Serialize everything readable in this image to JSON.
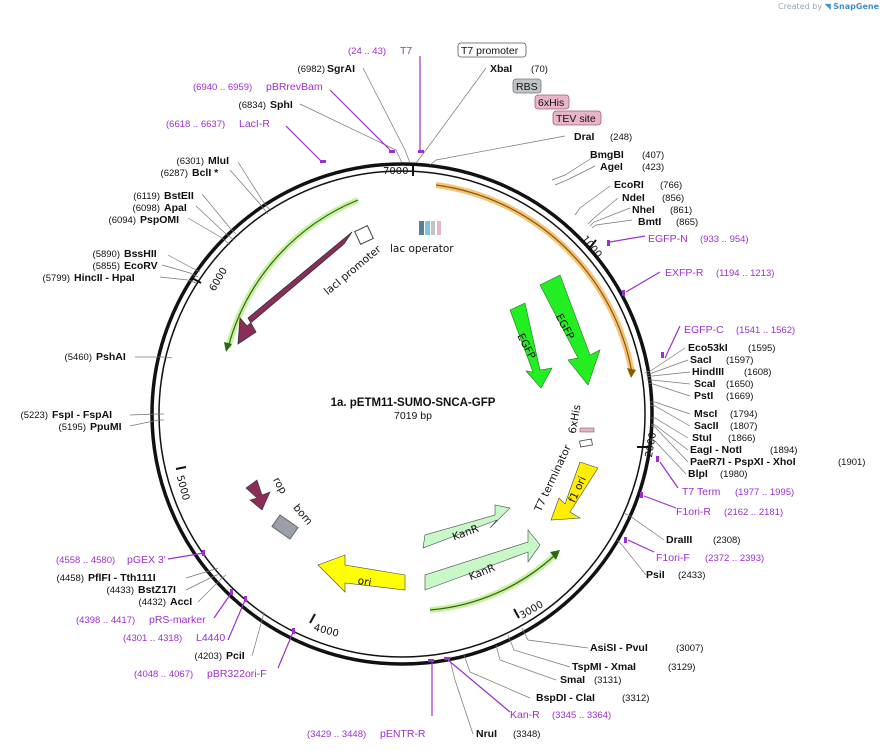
{
  "credit": {
    "prefix": "Created by",
    "brand": "SnapGene"
  },
  "title": {
    "name": "1a. pETM11-SUMO-SNCA-GFP",
    "length": "7019 bp"
  },
  "ticks": [
    "1000",
    "2000",
    "3000",
    "4000",
    "5000",
    "6000",
    "7000"
  ],
  "sites": [
    {
      "pos": "(6982)",
      "name": "SgrAI"
    },
    {
      "pos": "(70)",
      "name": "XbaI"
    },
    {
      "pos": "(6834)",
      "name": "SphI"
    },
    {
      "pos": "(248)",
      "name": "DraI"
    },
    {
      "pos": "(407)",
      "name": "BmgBI"
    },
    {
      "pos": "(423)",
      "name": "AgeI"
    },
    {
      "pos": "(6301)",
      "name": "MluI"
    },
    {
      "pos": "(6287)",
      "name": "BclI *"
    },
    {
      "pos": "(766)",
      "name": "EcoRI"
    },
    {
      "pos": "(856)",
      "name": "NdeI"
    },
    {
      "pos": "(861)",
      "name": "NheI"
    },
    {
      "pos": "(865)",
      "name": "BmtI"
    },
    {
      "pos": "(6119)",
      "name": "BstEII"
    },
    {
      "pos": "(6098)",
      "name": "ApaI"
    },
    {
      "pos": "(6094)",
      "name": "PspOMI"
    },
    {
      "pos": "(5890)",
      "name": "BssHII"
    },
    {
      "pos": "(5855)",
      "name": "EcoRV"
    },
    {
      "pos": "(5799)",
      "name": "HincII - HpaI"
    },
    {
      "pos": "(1595)",
      "name": "Eco53kI"
    },
    {
      "pos": "(1597)",
      "name": "SacI"
    },
    {
      "pos": "(1608)",
      "name": "HindIII"
    },
    {
      "pos": "(1650)",
      "name": "ScaI"
    },
    {
      "pos": "(1669)",
      "name": "PstI"
    },
    {
      "pos": "(5460)",
      "name": "PshAI"
    },
    {
      "pos": "(1794)",
      "name": "MscI"
    },
    {
      "pos": "(1807)",
      "name": "SacII"
    },
    {
      "pos": "(1866)",
      "name": "StuI"
    },
    {
      "pos": "(1894)",
      "name": "EagI - NotI"
    },
    {
      "pos": "(1901)",
      "name": "PaeR7I - PspXI - XhoI"
    },
    {
      "pos": "(1980)",
      "name": "BlpI"
    },
    {
      "pos": "(5223)",
      "name": "FspI - FspAI"
    },
    {
      "pos": "(5195)",
      "name": "PpuMI"
    },
    {
      "pos": "(2308)",
      "name": "DraIII"
    },
    {
      "pos": "(2433)",
      "name": "PsiI"
    },
    {
      "pos": "(4458)",
      "name": "PflFI - Tth111I"
    },
    {
      "pos": "(4433)",
      "name": "BstZ17I"
    },
    {
      "pos": "(4432)",
      "name": "AccI"
    },
    {
      "pos": "(4203)",
      "name": "PciI"
    },
    {
      "pos": "(3007)",
      "name": "AsiSI - PvuI"
    },
    {
      "pos": "(3129)",
      "name": "TspMI - XmaI"
    },
    {
      "pos": "(3131)",
      "name": "SmaI"
    },
    {
      "pos": "(3312)",
      "name": "BspDI - ClaI"
    },
    {
      "pos": "(3348)",
      "name": "NruI"
    }
  ],
  "primers": [
    {
      "pos": "(24 .. 43)",
      "name": "T7"
    },
    {
      "pos": "(6940 .. 6959)",
      "name": "pBRrevBam"
    },
    {
      "pos": "(6618 .. 6637)",
      "name": "LacI-R"
    },
    {
      "pos": "(933 .. 954)",
      "name": "EGFP-N"
    },
    {
      "pos": "(1194 .. 1213)",
      "name": "EXFP-R"
    },
    {
      "pos": "(1541 .. 1562)",
      "name": "EGFP-C"
    },
    {
      "pos": "(1977 .. 1995)",
      "name": "T7 Term"
    },
    {
      "pos": "(2162 .. 2181)",
      "name": "F1ori-R"
    },
    {
      "pos": "(2372 .. 2393)",
      "name": "F1ori-F"
    },
    {
      "pos": "(4558 .. 4580)",
      "name": "pGEX 3'"
    },
    {
      "pos": "(4398 .. 4417)",
      "name": "pRS-marker"
    },
    {
      "pos": "(4301 .. 4318)",
      "name": "L4440"
    },
    {
      "pos": "(4048 .. 4067)",
      "name": "pBR322ori-F"
    },
    {
      "pos": "(3429 .. 3448)",
      "name": "pENTR-R"
    },
    {
      "pos": "(3345 .. 3364)",
      "name": "Kan-R"
    }
  ],
  "boxed": [
    "T7 promoter",
    "RBS",
    "6xHis",
    "TEV site"
  ],
  "features": [
    "lac operator",
    "lacI promoter",
    "lacI",
    "EGFP",
    "EGFP",
    "6xHis",
    "T7 terminator",
    "f1 ori",
    "KanR",
    "KanR",
    "ori",
    "rop",
    "bom"
  ],
  "colors": {
    "primer": "#9b2fcf",
    "lacI": "#8a2d5a",
    "egfp": "#22ee22",
    "kanr": "#c8f7c8",
    "ori": "#ffff00",
    "f1ori": "#ffee00",
    "orf_light": "#c8f0a0",
    "orf_orange": "#f5c27a",
    "bom": "#9aa0a8",
    "rbs": "#c0c4c8",
    "his": "#e8b4c8"
  }
}
